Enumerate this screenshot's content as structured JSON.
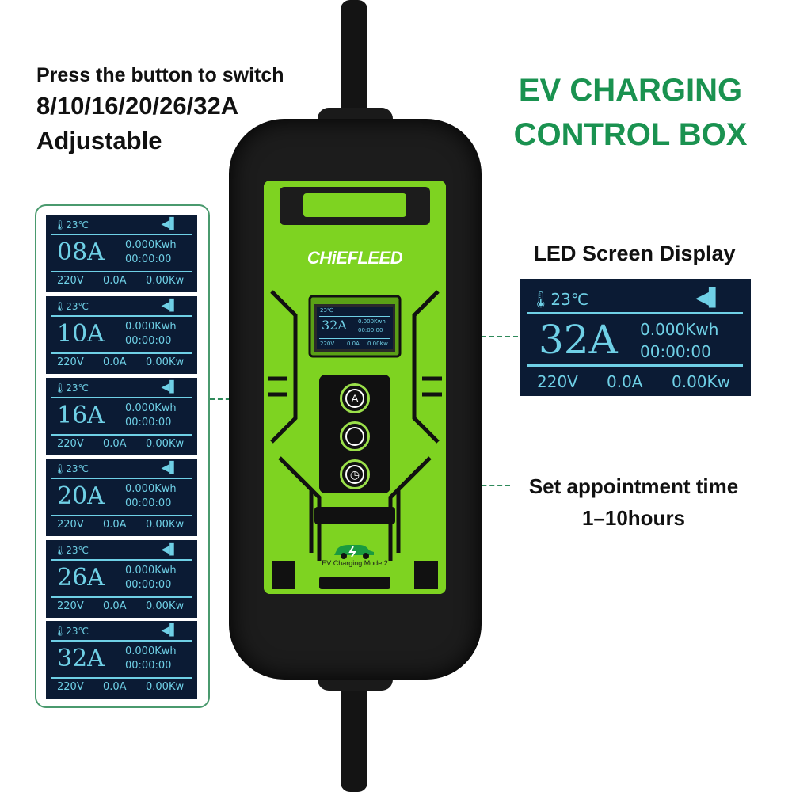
{
  "intro": {
    "line1": "Press the button to switch",
    "line2": "8/10/16/20/26/32A",
    "line3": "Adjustable"
  },
  "title": {
    "line1": "EV CHARGING",
    "line2": "CONTROL BOX"
  },
  "led_caption": "LED Screen Display",
  "appointment": {
    "line1": "Set appointment time",
    "line2": "1–10hours"
  },
  "screens": [
    {
      "temp": "23℃",
      "amp": "08A",
      "kwh": "0.000Kwh",
      "time": "00:00:00",
      "volt": "220V",
      "current": "0.0A",
      "power": "0.00Kw"
    },
    {
      "temp": "23℃",
      "amp": "10A",
      "kwh": "0.000Kwh",
      "time": "00:00:00",
      "volt": "220V",
      "current": "0.0A",
      "power": "0.00Kw"
    },
    {
      "temp": "23℃",
      "amp": "16A",
      "kwh": "0.000Kwh",
      "time": "00:00:00",
      "volt": "220V",
      "current": "0.0A",
      "power": "0.00Kw"
    },
    {
      "temp": "23℃",
      "amp": "20A",
      "kwh": "0.000Kwh",
      "time": "00:00:00",
      "volt": "220V",
      "current": "0.0A",
      "power": "0.00Kw"
    },
    {
      "temp": "23℃",
      "amp": "26A",
      "kwh": "0.000Kwh",
      "time": "00:00:00",
      "volt": "220V",
      "current": "0.0A",
      "power": "0.00Kw"
    },
    {
      "temp": "23℃",
      "amp": "32A",
      "kwh": "0.000Kwh",
      "time": "00:00:00",
      "volt": "220V",
      "current": "0.0A",
      "power": "0.00Kw"
    }
  ],
  "big_screen": {
    "temp": "23℃",
    "amp": "32A",
    "kwh": "0.000Kwh",
    "time": "00:00:00",
    "volt": "220V",
    "current": "0.0A",
    "power": "0.00Kw"
  },
  "device": {
    "brand": "CHiEFLEED",
    "mini_screen": {
      "temp": "23℃",
      "amp": "32A",
      "kwh": "0.000Kwh",
      "time": "00:00:00",
      "volt": "220V",
      "current": "0.0A",
      "power": "0.00Kw"
    },
    "button_a": "A",
    "mode_label": "EV Charging Mode 2"
  },
  "icons": {
    "temp": "thermometer-icon",
    "plug": "plug-icon",
    "power": "power-icon",
    "clock": "clock-icon",
    "car": "car-icon"
  },
  "colors": {
    "accent_green": "#1a9250",
    "device_green": "#7ed321",
    "screen_bg": "#0b1b34",
    "screen_text": "#6fd0e6"
  }
}
